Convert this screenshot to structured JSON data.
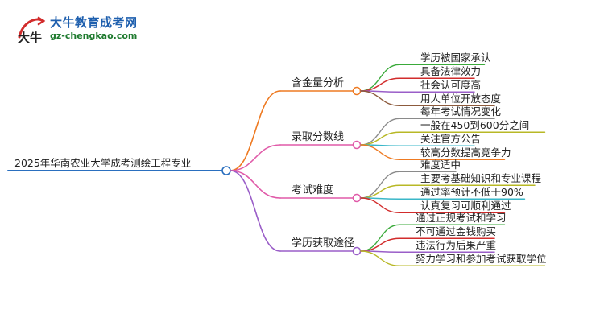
{
  "logo": {
    "title": "大牛教育成考网",
    "url": "gz-chengkao.com",
    "mark_text": "大牛"
  },
  "mindmap": {
    "root": "2025年华南农业大学成考测绘工程专业",
    "branches": [
      {
        "label": "含金量分析",
        "color": "#ee7a22",
        "leaves": [
          {
            "text": "学历被国家承认",
            "color": "#3aaa3a"
          },
          {
            "text": "具备法律效力",
            "color": "#d22c2c"
          },
          {
            "text": "社会认可度高",
            "color": "#9a5ec8"
          },
          {
            "text": "用人单位开放态度",
            "color": "#8c5a3c"
          }
        ]
      },
      {
        "label": "录取分数线",
        "color": "#e05aa8",
        "leaves": [
          {
            "text": "每年考试情况变化",
            "color": "#8a8a8a"
          },
          {
            "text": "一般在450到600分之间",
            "color": "#b8b826"
          },
          {
            "text": "关注官方公告",
            "color": "#3ab7c8"
          },
          {
            "text": "较高分数提高竞争力",
            "color": "#ee7a22"
          }
        ]
      },
      {
        "label": "考试难度",
        "color": "#e05aa8",
        "leaves": [
          {
            "text": "难度适中",
            "color": "#8a8a8a"
          },
          {
            "text": "主要考基础知识和专业课程",
            "color": "#b8b826"
          },
          {
            "text": "通过率预计不低于90%",
            "color": "#3ab7c8"
          },
          {
            "text": "认真复习可顺利通过",
            "color": "#d22c2c"
          }
        ]
      },
      {
        "label": "学历获取途径",
        "color": "#9a5ec8",
        "leaves": [
          {
            "text": "通过正规考试和学习",
            "color": "#3aaa3a"
          },
          {
            "text": "不可通过金钱购买",
            "color": "#d22c2c"
          },
          {
            "text": "违法行为后果严重",
            "color": "#9a5ec8"
          },
          {
            "text": "努力学习和参加考试获取学位",
            "color": "#b8b826"
          }
        ]
      }
    ],
    "root_line_color": "#2a6fbf"
  }
}
